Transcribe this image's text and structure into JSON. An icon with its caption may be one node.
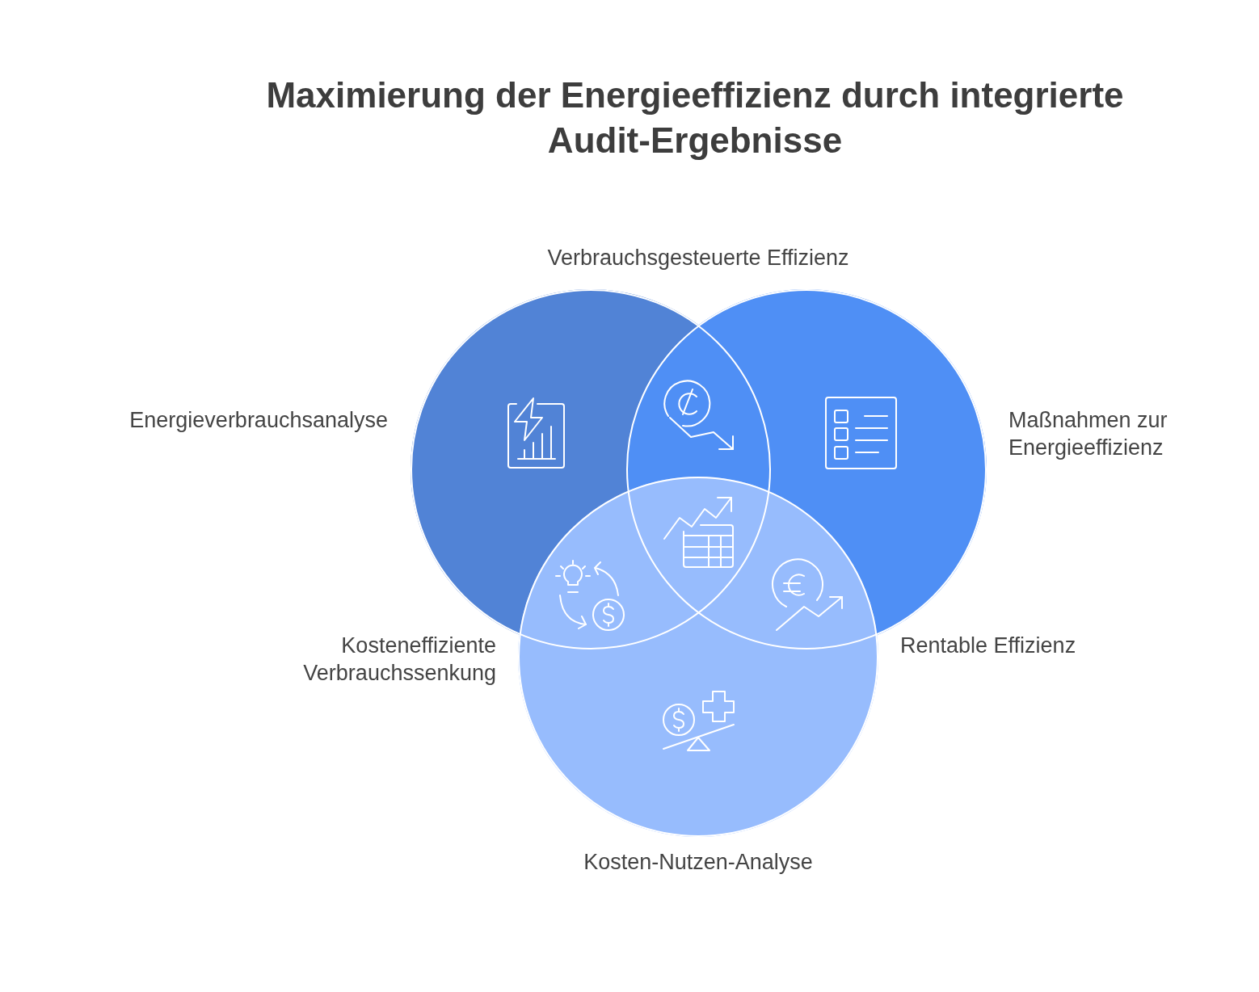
{
  "diagram": {
    "title": "Maximierung der Energieeffizienz durch integrierte Audit-Ergebnisse",
    "nodes": [
      {
        "text": [
          "Energieverbrauchsanalyse"
        ]
      },
      {
        "text": [
          "Maßnahmen zur Energieeffizienz"
        ]
      },
      {
        "text": [
          "Kosten-Nutzen-Analyse"
        ]
      }
    ],
    "labels": [
      "Verbrauchsgesteuerte Effizienz",
      "Kosteneffiziente Verbrauchssenkung",
      "Rentable Effizienz"
    ]
  }
}
